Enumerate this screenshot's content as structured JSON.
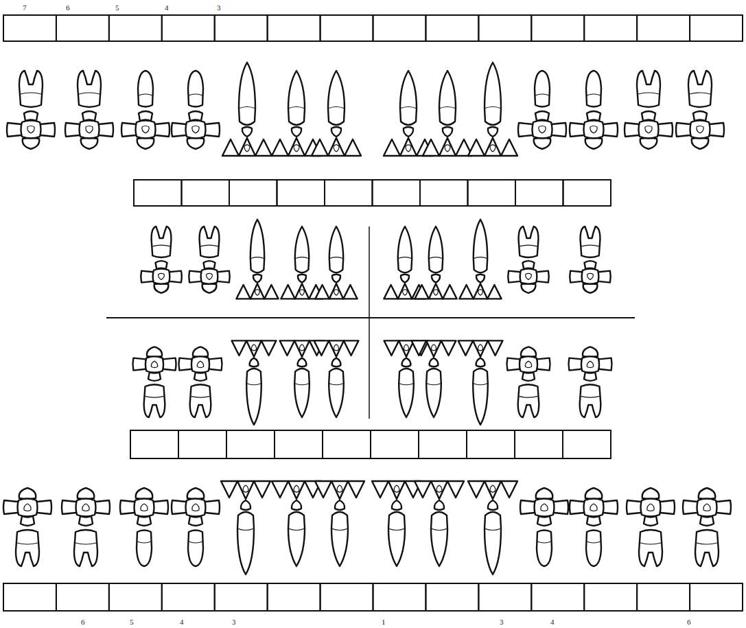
{
  "diagram": {
    "labels": [
      "7",
      "6",
      "5",
      "4",
      "3",
      "6",
      "5",
      "4",
      "3",
      "1",
      "3",
      "4",
      "6"
    ]
  }
}
